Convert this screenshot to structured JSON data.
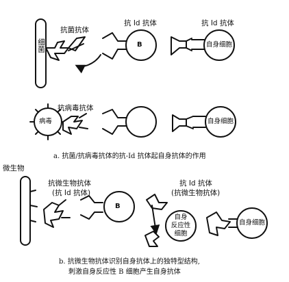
{
  "panel_a": {
    "bacteria_label": "细菌",
    "antibacterial_antibody": "抗菌抗体",
    "b_cell_letter": "B",
    "anti_id_antibody_1": "抗 Id 抗体",
    "anti_id_antibody_2": "抗 Id 抗体",
    "self_cell_1": "自身细胞",
    "virus_label": "病毒",
    "antiviral_antibody": "抗病毒抗体",
    "self_cell_2": "自身细胞",
    "caption_prefix": "a.",
    "caption": "抗菌/抗病毒抗体的抗-Id 抗体起自身抗体的作用"
  },
  "panel_b": {
    "microbe_label": "微生物",
    "antimicrobial_antibody": "抗微生物抗体",
    "anti_id_paren": "(抗 Id 抗体)",
    "b_cell_letter": "B",
    "anti_id_antibody": "抗 Id 抗体",
    "antimicrobial_paren": "(抗微生物抗体)",
    "autoreactive_line1": "自身",
    "autoreactive_line2": "反应性",
    "autoreactive_line3": "细胞",
    "self_cell": "自身细胞",
    "caption_prefix": "b.",
    "caption_line1": "抗微生物抗体识别自身抗体上的独特型结构,",
    "caption_line2": "刺激自身反应性 B 细胞产生自身抗体"
  }
}
